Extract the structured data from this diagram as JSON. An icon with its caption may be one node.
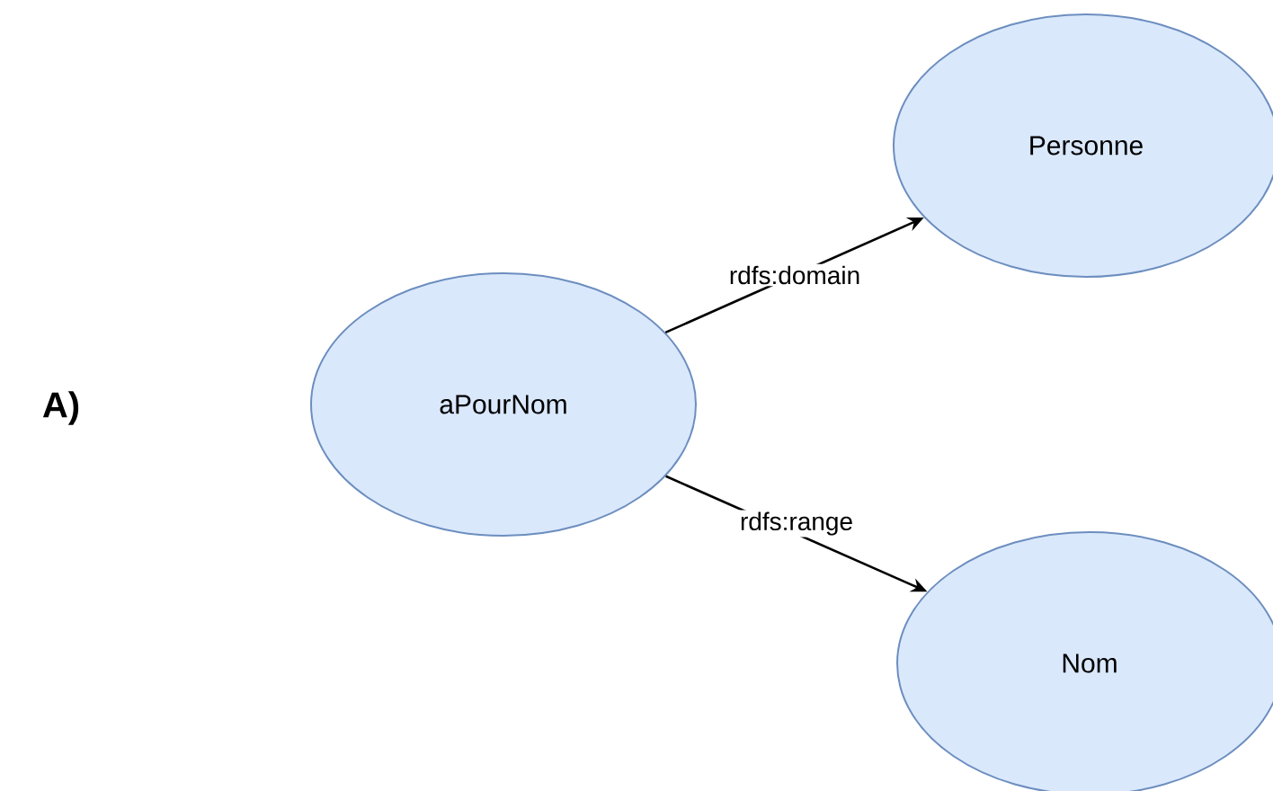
{
  "diagram": {
    "nodes": [
      {
        "text": [
          "aPourNom"
        ]
      },
      {
        "text": [
          "Personne"
        ]
      },
      {
        "text": [
          "Nom"
        ]
      }
    ],
    "edges": [
      {
        "from": 0,
        "to": 1,
        "arrow": "to",
        "label": "rdfs:domain"
      },
      {
        "from": 0,
        "to": 2,
        "arrow": "to",
        "label": "rdfs:range"
      }
    ],
    "labels": [
      "A)"
    ]
  }
}
